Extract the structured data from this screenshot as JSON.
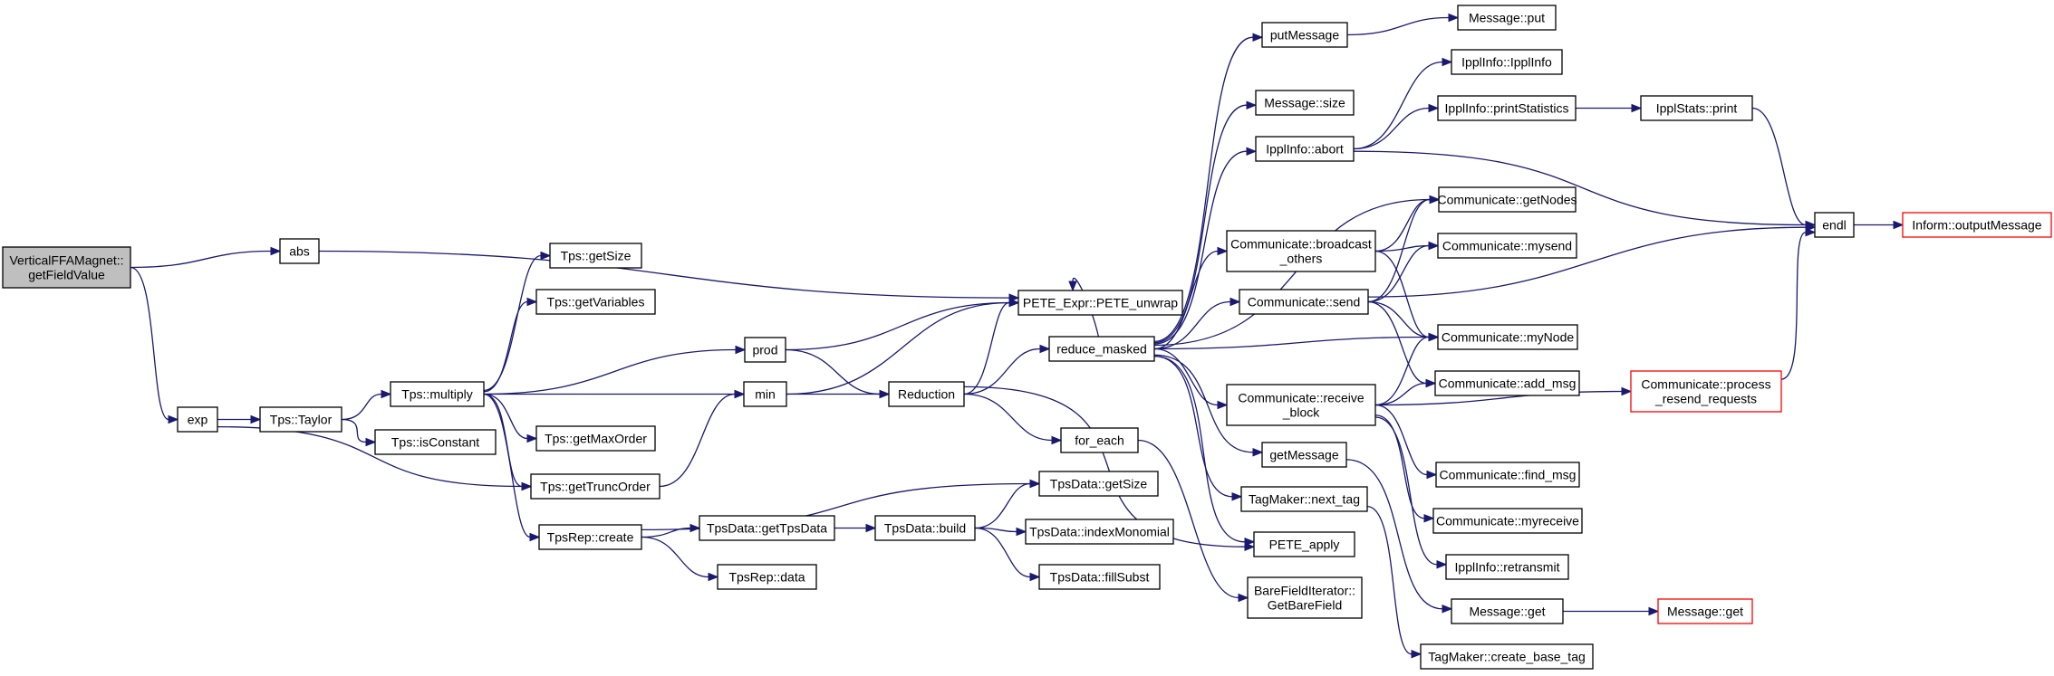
{
  "diagram": {
    "colors": {
      "edge": "#191970",
      "node_border": "#000000",
      "truncated_border": "#ff0000",
      "root_fill": "#bfbfbf",
      "node_fill": "#ffffff"
    },
    "nodes": [
      {
        "id": "root",
        "lines": [
          "VerticalFFAMagnet::",
          "getFieldValue"
        ],
        "style": "root"
      },
      {
        "id": "abs",
        "lines": [
          "abs"
        ]
      },
      {
        "id": "exp",
        "lines": [
          "exp"
        ]
      },
      {
        "id": "taylor",
        "lines": [
          "Tps::Taylor"
        ]
      },
      {
        "id": "multiply",
        "lines": [
          "Tps::multiply"
        ]
      },
      {
        "id": "getSize",
        "lines": [
          "Tps::getSize"
        ]
      },
      {
        "id": "getVariables",
        "lines": [
          "Tps::getVariables"
        ]
      },
      {
        "id": "isConstant",
        "lines": [
          "Tps::isConstant"
        ]
      },
      {
        "id": "getMaxOrder",
        "lines": [
          "Tps::getMaxOrder"
        ]
      },
      {
        "id": "getTruncOrder",
        "lines": [
          "Tps::getTruncOrder"
        ]
      },
      {
        "id": "repCreate",
        "lines": [
          "TpsRep::create"
        ]
      },
      {
        "id": "getTpsData",
        "lines": [
          "TpsData::getTpsData"
        ]
      },
      {
        "id": "repData",
        "lines": [
          "TpsRep::data"
        ]
      },
      {
        "id": "build",
        "lines": [
          "TpsData::build"
        ]
      },
      {
        "id": "dataGetSize",
        "lines": [
          "TpsData::getSize"
        ]
      },
      {
        "id": "indexMonomial",
        "lines": [
          "TpsData::indexMonomial"
        ]
      },
      {
        "id": "fillSubst",
        "lines": [
          "TpsData::fillSubst"
        ]
      },
      {
        "id": "prod",
        "lines": [
          "prod"
        ]
      },
      {
        "id": "min",
        "lines": [
          "min"
        ]
      },
      {
        "id": "reduction",
        "lines": [
          "Reduction"
        ]
      },
      {
        "id": "unwrap",
        "lines": [
          "PETE_Expr::PETE_unwrap"
        ]
      },
      {
        "id": "reduceMasked",
        "lines": [
          "reduce_masked"
        ]
      },
      {
        "id": "forEach",
        "lines": [
          "for_each"
        ]
      },
      {
        "id": "bareField",
        "lines": [
          "BareFieldIterator::",
          "GetBareField"
        ]
      },
      {
        "id": "putMessage",
        "lines": [
          "putMessage"
        ]
      },
      {
        "id": "msgSize",
        "lines": [
          "Message::size"
        ]
      },
      {
        "id": "ipplAbort",
        "lines": [
          "IpplInfo::abort"
        ]
      },
      {
        "id": "bcast",
        "lines": [
          "Communicate::broadcast",
          "_others"
        ]
      },
      {
        "id": "send",
        "lines": [
          "Communicate::send"
        ]
      },
      {
        "id": "recvBlock",
        "lines": [
          "Communicate::receive",
          "_block"
        ]
      },
      {
        "id": "getMessage",
        "lines": [
          "getMessage"
        ]
      },
      {
        "id": "nextTag",
        "lines": [
          "TagMaker::next_tag"
        ]
      },
      {
        "id": "peteApply",
        "lines": [
          "PETE_apply"
        ]
      },
      {
        "id": "msgPut",
        "lines": [
          "Message::put"
        ]
      },
      {
        "id": "ipplInfo",
        "lines": [
          "IpplInfo::IpplInfo"
        ]
      },
      {
        "id": "printStats",
        "lines": [
          "IpplInfo::printStatistics"
        ]
      },
      {
        "id": "statsPrint",
        "lines": [
          "IpplStats::print"
        ]
      },
      {
        "id": "getNodes",
        "lines": [
          "Communicate::getNodes"
        ]
      },
      {
        "id": "mysend",
        "lines": [
          "Communicate::mysend"
        ]
      },
      {
        "id": "myNode",
        "lines": [
          "Communicate::myNode"
        ]
      },
      {
        "id": "addMsg",
        "lines": [
          "Communicate::add_msg"
        ]
      },
      {
        "id": "findMsg",
        "lines": [
          "Communicate::find_msg"
        ]
      },
      {
        "id": "myreceive",
        "lines": [
          "Communicate::myreceive"
        ]
      },
      {
        "id": "retransmit",
        "lines": [
          "IpplInfo::retransmit"
        ]
      },
      {
        "id": "msgGet",
        "lines": [
          "Message::get"
        ]
      },
      {
        "id": "createBaseTag",
        "lines": [
          "TagMaker::create_base_tag"
        ]
      },
      {
        "id": "processResend",
        "lines": [
          "Communicate::process",
          "_resend_requests"
        ],
        "style": "truncated"
      },
      {
        "id": "endl",
        "lines": [
          "endl"
        ]
      },
      {
        "id": "outputMessage",
        "lines": [
          "Inform::outputMessage"
        ],
        "style": "truncated"
      },
      {
        "id": "msgGet2",
        "lines": [
          "Message::get"
        ],
        "style": "truncated"
      }
    ],
    "edges": [
      [
        "root",
        "abs"
      ],
      [
        "root",
        "exp"
      ],
      [
        "abs",
        "unwrap"
      ],
      [
        "exp",
        "taylor"
      ],
      [
        "exp",
        "getTruncOrder"
      ],
      [
        "taylor",
        "multiply"
      ],
      [
        "taylor",
        "isConstant"
      ],
      [
        "multiply",
        "getSize"
      ],
      [
        "multiply",
        "getVariables"
      ],
      [
        "multiply",
        "prod"
      ],
      [
        "multiply",
        "min"
      ],
      [
        "multiply",
        "getMaxOrder"
      ],
      [
        "multiply",
        "getTruncOrder"
      ],
      [
        "multiply",
        "repCreate"
      ],
      [
        "getTruncOrder",
        "min"
      ],
      [
        "repCreate",
        "dataGetSize"
      ],
      [
        "repCreate",
        "getTpsData"
      ],
      [
        "repCreate",
        "repData"
      ],
      [
        "getTpsData",
        "build"
      ],
      [
        "build",
        "dataGetSize"
      ],
      [
        "build",
        "indexMonomial"
      ],
      [
        "build",
        "fillSubst"
      ],
      [
        "prod",
        "unwrap"
      ],
      [
        "prod",
        "reduction"
      ],
      [
        "min",
        "unwrap"
      ],
      [
        "min",
        "reduction"
      ],
      [
        "reduction",
        "unwrap"
      ],
      [
        "reduction",
        "reduceMasked"
      ],
      [
        "reduction",
        "forEach"
      ],
      [
        "reduction",
        "peteApply"
      ],
      [
        "forEach",
        "bareField"
      ],
      [
        "reduceMasked",
        "unwrap"
      ],
      [
        "reduceMasked",
        "putMessage"
      ],
      [
        "reduceMasked",
        "msgSize"
      ],
      [
        "reduceMasked",
        "ipplAbort"
      ],
      [
        "reduceMasked",
        "getNodes"
      ],
      [
        "reduceMasked",
        "bcast"
      ],
      [
        "reduceMasked",
        "send"
      ],
      [
        "reduceMasked",
        "myNode"
      ],
      [
        "reduceMasked",
        "recvBlock"
      ],
      [
        "reduceMasked",
        "getMessage"
      ],
      [
        "reduceMasked",
        "nextTag"
      ],
      [
        "reduceMasked",
        "peteApply"
      ],
      [
        "putMessage",
        "msgPut"
      ],
      [
        "ipplAbort",
        "ipplInfo"
      ],
      [
        "ipplAbort",
        "printStats"
      ],
      [
        "ipplAbort",
        "endl"
      ],
      [
        "printStats",
        "statsPrint"
      ],
      [
        "statsPrint",
        "endl"
      ],
      [
        "bcast",
        "getNodes"
      ],
      [
        "bcast",
        "mysend"
      ],
      [
        "bcast",
        "myNode"
      ],
      [
        "send",
        "getNodes"
      ],
      [
        "send",
        "mysend"
      ],
      [
        "send",
        "myNode"
      ],
      [
        "send",
        "addMsg"
      ],
      [
        "send",
        "endl"
      ],
      [
        "recvBlock",
        "myNode"
      ],
      [
        "recvBlock",
        "addMsg"
      ],
      [
        "recvBlock",
        "processResend"
      ],
      [
        "recvBlock",
        "findMsg"
      ],
      [
        "recvBlock",
        "myreceive"
      ],
      [
        "recvBlock",
        "retransmit"
      ],
      [
        "getMessage",
        "msgGet"
      ],
      [
        "nextTag",
        "createBaseTag"
      ],
      [
        "msgGet",
        "msgGet2"
      ],
      [
        "processResend",
        "endl"
      ],
      [
        "endl",
        "outputMessage"
      ]
    ]
  }
}
